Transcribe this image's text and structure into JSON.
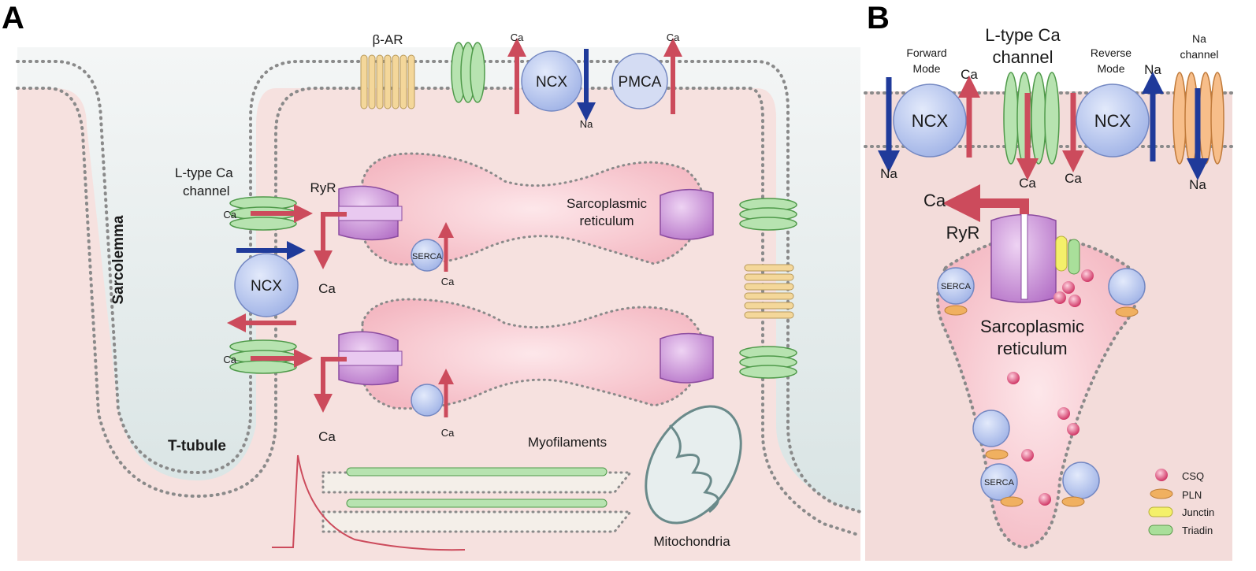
{
  "panelA": {
    "letter": "A",
    "labels": {
      "beta_ar": "β-AR",
      "ncx_top": "NCX",
      "pmca": "PMCA",
      "ca_ncx_top": "Ca",
      "na_ncx_top": "Na",
      "ca_pmca": "Ca",
      "ltype_line1": "L-type Ca",
      "ltype_line2": "channel",
      "ca_ltype1": "Ca",
      "ca_ltype2": "Ca",
      "ncx_side": "NCX",
      "ryr": "RyR",
      "ca_ryr1": "Ca",
      "ca_ryr2": "Ca",
      "sr_line1": "Sarcoplasmic",
      "sr_line2": "reticulum",
      "serca": "SERCA",
      "ca_serca1": "Ca",
      "ca_serca2": "Ca",
      "sarcolemma": "Sarcolemma",
      "t_tubule": "T-tubule",
      "myofilaments": "Myofilaments",
      "mitochondria": "Mitochondria"
    }
  },
  "panelB": {
    "letter": "B",
    "labels": {
      "forward_line1": "Forward",
      "forward_line2": "Mode",
      "ca_fwd": "Ca",
      "ltype_line1": "L-type Ca",
      "ltype_line2": "channel",
      "reverse_line1": "Reverse",
      "reverse_line2": "Mode",
      "na_rev": "Na",
      "nachan_line1": "Na",
      "nachan_line2": "channel",
      "ncx_fwd": "NCX",
      "ncx_rev": "NCX",
      "na_fwd_bottom": "Na",
      "ca_ltype_bottom": "Ca",
      "ca_rev_bottom": "Ca",
      "na_chan_bottom": "Na",
      "ca_release": "Ca",
      "ryr": "RyR",
      "serca_top": "SERCA",
      "serca_bottom": "SERCA",
      "sr_line1": "Sarcoplasmic",
      "sr_line2": "reticulum"
    },
    "legend": [
      {
        "name": "CSQ",
        "color": "#d6336c"
      },
      {
        "name": "PLN",
        "color": "#f0b060"
      },
      {
        "name": "Junctin",
        "color": "#f4f06a"
      },
      {
        "name": "Triadin",
        "color": "#a9df9a"
      }
    ]
  },
  "colors": {
    "ca_arrow": "#cc4b5c",
    "na_arrow": "#1f3a9a",
    "cytosol": "#f6e1df",
    "extracellular": "#e2eceb",
    "sr": "#f7c6cf",
    "ncx": "#b6c6ee",
    "ltype": "#b7e3b0",
    "ryr": "#c98ad9",
    "beta_ar": "#f4d79a",
    "na_channel": "#f7be8a"
  }
}
